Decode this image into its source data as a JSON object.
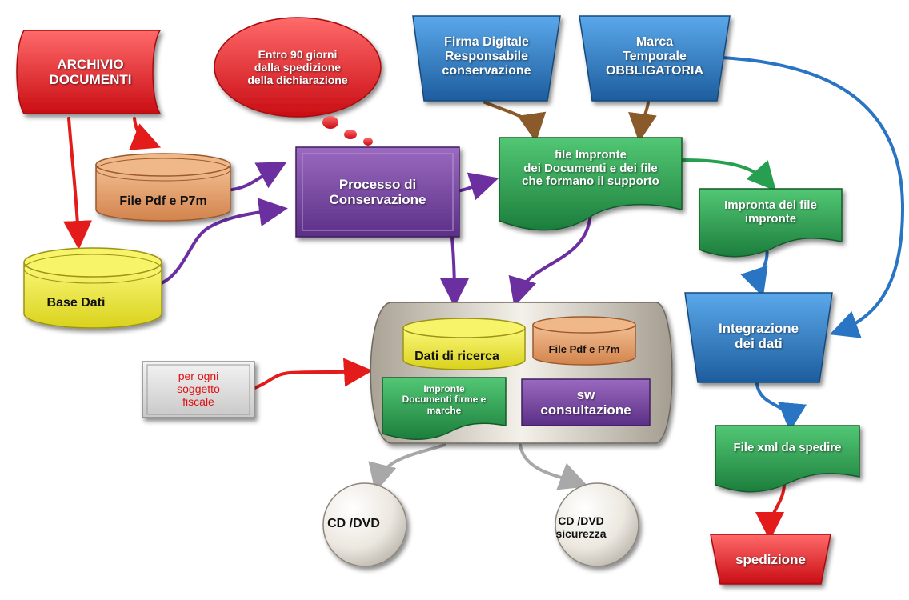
{
  "nodes": {
    "archivio": "ARCHIVIO\nDOCUMENTI",
    "entro": "Entro 90 giorni\ndalla spedizione\ndella dichiarazione",
    "firma": "Firma Digitale\nResponsabile\nconservazione",
    "marca": "Marca\nTemporale\nOBBLIGATORIA",
    "file_pdf": "File Pdf e P7m",
    "processo": "Processo di\nConservazione",
    "file_impronte": "file Impronte\ndei Documenti e dei file\nche formano il supporto",
    "impronta_file": "Impronta del file\nimpronte",
    "base_dati": "Base Dati",
    "integrazione": "Integrazione\ndei dati",
    "dati_ricerca": "Dati di ricerca",
    "file_pdf_2": "File Pdf e P7m",
    "per_ogni": "per ogni\nsoggetto\nfiscale",
    "impronte_doc": "Impronte\nDocumenti firme e\nmarche",
    "sw": "sw\nconsultazione",
    "file_xml": "File xml da spedire",
    "cd_dvd": "CD /DVD",
    "cd_dvd_sicurezza": "CD /DVD\nsicurezza",
    "spedizione": "spedizione"
  },
  "colors": {
    "red": "#e8262b",
    "orange": "#e8a070",
    "yellow": "#f2ee38",
    "purple": "#7b46a3",
    "green": "#2ea852",
    "blue": "#2f7fc4",
    "grey": "#d8d2c8",
    "arrow_red": "#e31b1b",
    "arrow_purple": "#6b2fa0",
    "arrow_brown": "#8b5a2b",
    "arrow_green": "#26a050",
    "arrow_blue": "#2a74c4",
    "arrow_grey": "#a8a8a8"
  }
}
